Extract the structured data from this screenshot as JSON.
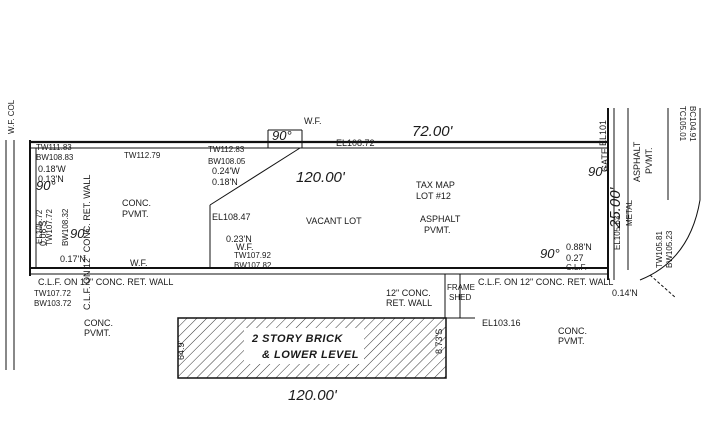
{
  "dimensions": {
    "north_line": "72.00'",
    "lot_depth": "120.00'",
    "east_width": "25.00'",
    "bottom_line": "120.00'",
    "building_left": "64.9'",
    "building_right": "8.73'S",
    "corner_90": "90°"
  },
  "elevations": {
    "el_top": "EL108.72",
    "el_mid": "EL108.47",
    "el_bottom": "EL103.16",
    "el_left": "EL105.72",
    "el_101": "EL101",
    "el_gate": "EL105.63",
    "tw_top_left": "TW111.83",
    "bw_top_left": "BW108.83",
    "tw_mid_top": "TW112.79",
    "tw_top_right": "TW112.83",
    "bw_top_right": "BW108.05",
    "tw_left": "TW107.72",
    "bw_left": "BW103.72",
    "tw_lower": "TW107.92",
    "bw_lower": "BW107.82",
    "tw_left2": "TW107.72",
    "bw_left2": "BW108.32",
    "tc_right": "TC105.01",
    "bc_right": "BC104.91",
    "tw_right": "TW105.81",
    "bw_right": "BW105.23"
  },
  "offsets": {
    "o1": "0.24'W",
    "o2": "0.18'N",
    "o3": "0.18'W",
    "o4": "0.13'N",
    "o5": "0.08'S",
    "o6": "0.17'N",
    "o7": "0.23'N",
    "o8": "0.88'N",
    "o9": "0.27",
    "o10": "0.14'N"
  },
  "labels": {
    "vacant_lot": "VACANT LOT",
    "tax_map": "TAX MAP",
    "lot": "LOT #12",
    "asphalt": "ASPHALT",
    "pvmt": "PVMT.",
    "conc": "CONC.",
    "wf": "W.F.",
    "clf": "C.L.F.",
    "clf_wall_left": "C.L.F. ON 12\" CONC. RET. WALL",
    "clf_wall_right": "C.L.F. ON 12\" CONC. RET. WALL",
    "ret_wall": "12\" CONC.",
    "ret_wall2": "RET. WALL",
    "frame": "FRAME",
    "shed": "SHED",
    "gate": "GATE",
    "metal": "METAL",
    "building_1": "2 STORY BRICK",
    "building_2": "& LOWER LEVEL",
    "left_wall": "C.L.F. ON 12\" CONC. RET. WALL",
    "wf_col": "W.F. COL"
  }
}
